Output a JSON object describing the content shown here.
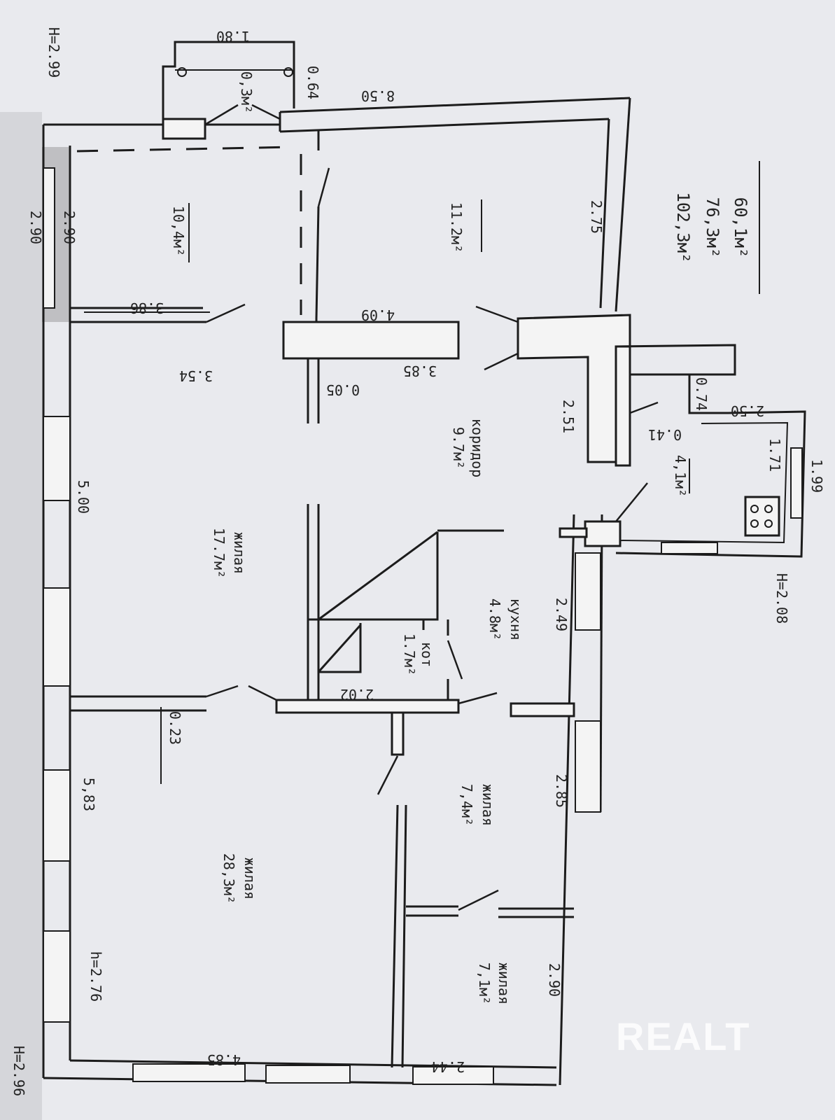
{
  "rooms": {
    "storage_small": {
      "area": "0,3м²",
      "width": "1.80",
      "depth": "0.64"
    },
    "room_top_left": {
      "area": "10,4м²",
      "length": "2.90",
      "width": "3.86"
    },
    "room_top_mid": {
      "area": "11.2м²",
      "width": "4.09",
      "depth": "2.75"
    },
    "corridor": {
      "name": "коридор",
      "area": "9.7м²",
      "dim_a": "3.85",
      "dim_b": "0.05",
      "dim_c": "2.51"
    },
    "room_living_left": {
      "name": "жилая",
      "area": "17.7м²",
      "dim_a": "3.54",
      "dim_b": "5.00"
    },
    "kitchen": {
      "name": "кухня",
      "area": "4.8м²",
      "dim": "2.49"
    },
    "boiler": {
      "name": "кот",
      "area": "1.7м²",
      "dim": "2.02"
    },
    "room_side": {
      "area": "4,1м²",
      "dim_a": "2.50",
      "dim_b": "1.71",
      "dim_c": "1.99",
      "dim_d": "0.41",
      "dim_e": "0.74",
      "height": "H=2.08"
    },
    "room_living_mid": {
      "name": "жилая",
      "area": "7,4м²",
      "dim": "2.85"
    },
    "room_living_big": {
      "name": "жилая",
      "area": "28,3м²",
      "dim_a": "5,83",
      "dim_b": "0.23",
      "dim_c": "4.85",
      "height": "h=2.76"
    },
    "room_living_small": {
      "name": "жилая",
      "area": "7,1м²",
      "dim_a": "2.90",
      "dim_b": "2.44"
    }
  },
  "totals": [
    "60,1м²",
    "76,3м²",
    "102,3м²"
  ],
  "outer": {
    "top_width": "8.50",
    "left_side": "2.90",
    "height_top": "H=2.99",
    "height_bottom": "H=2.96"
  },
  "watermark": "REALT"
}
